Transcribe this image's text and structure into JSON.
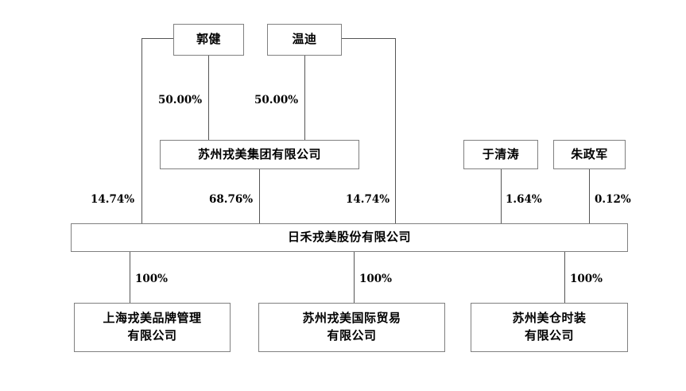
{
  "diagram": {
    "type": "ownership-structure-chart",
    "title": "",
    "line_color": "#555555",
    "border_color": "#808080",
    "text_color": "#000000",
    "background": "#ffffff"
  },
  "nodes": {
    "guojian": {
      "label": "郭健"
    },
    "wendi": {
      "label": "温迪"
    },
    "suzhou_rongmei_group": {
      "label": "苏州戎美集团有限公司"
    },
    "yuqingtao": {
      "label": "于清涛"
    },
    "zhuzhengjun": {
      "label": "朱政军"
    },
    "rihe_rongmei": {
      "label": "日禾戎美股份有限公司"
    },
    "shanghai_brand": {
      "label": "上海戎美品牌管理\n有限公司"
    },
    "suzhou_trade": {
      "label": "苏州戎美国际贸易\n有限公司"
    },
    "suzhou_meicang": {
      "label": "苏州美仓时装\n有限公司"
    }
  },
  "edges": {
    "guojian_to_group": {
      "label": "50.00%"
    },
    "wendi_to_group": {
      "label": "50.00%"
    },
    "guojian_to_rihe": {
      "label": "14.74%"
    },
    "group_to_rihe": {
      "label": "68.76%"
    },
    "wendi_to_rihe": {
      "label": "14.74%"
    },
    "yuqingtao_to_rihe": {
      "label": "1.64%"
    },
    "zhuzhengjun_to_rihe": {
      "label": "0.12%"
    },
    "rihe_to_shanghai_brand": {
      "label": "100%"
    },
    "rihe_to_suzhou_trade": {
      "label": "100%"
    },
    "rihe_to_suzhou_meicang": {
      "label": "100%"
    }
  }
}
